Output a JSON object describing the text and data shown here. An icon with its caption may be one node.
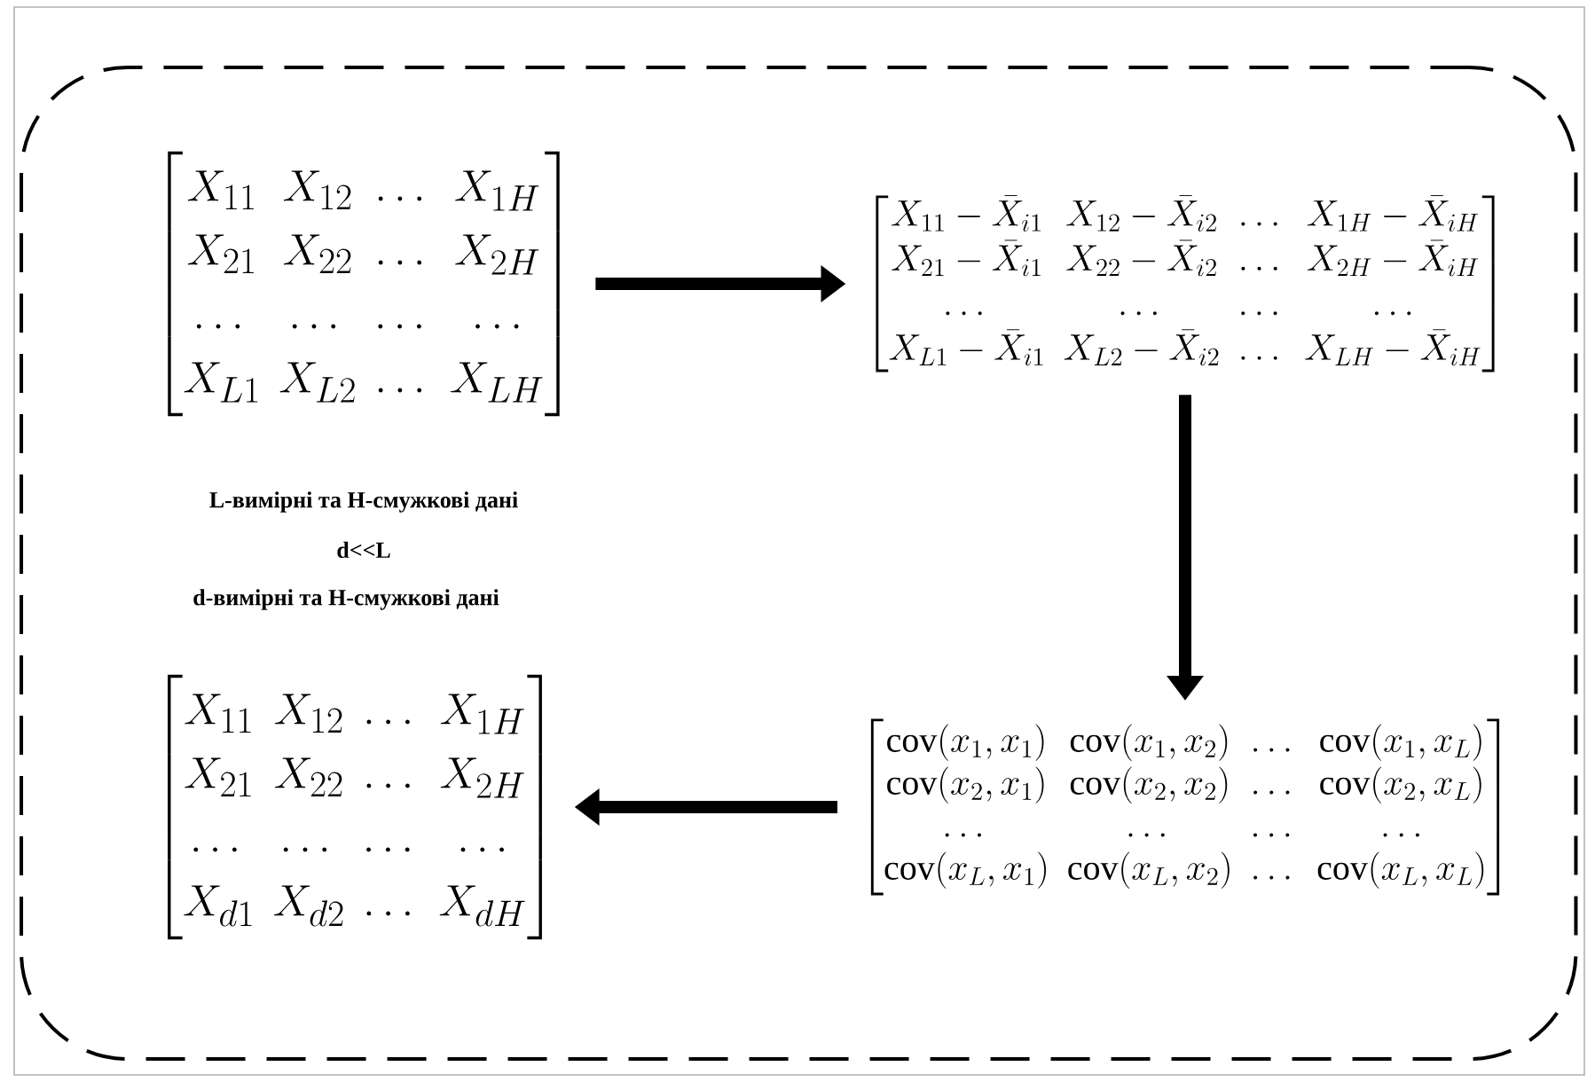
{
  "diagram": {
    "nodes": [
      {
        "text": [],
        "shape": "box"
      },
      {
        "text": [
          "\\begin{bmatrix} X_{11} & X_{12} & \\dots & X_{1H} \\\\ X_{21} & X_{22} & \\dots & X_{2H} \\\\ \\dots & \\dots & \\dots & \\dots \\\\ X_{L1} & X_{L2} & \\dots & X_{LH} \\end{bmatrix}"
        ],
        "in": 0
      },
      {
        "text": [
          "\\begin{bmatrix} X_{11}-\\bar{X}_{i1} & X_{12}-\\bar{X}_{i2} & \\dots & X_{1H}-\\bar{X}_{iH} \\\\ X_{21}-\\bar{X}_{i1} & X_{22}-\\bar{X}_{i2} & \\dots & X_{2H}-\\bar{X}_{iH} \\\\ \\dots & \\dots & \\dots & \\dots \\\\ X_{L1}-\\bar{X}_{i1} & X_{L2}-\\bar{X}_{i2} & \\dots & X_{LH}-\\bar{X}_{iH} \\end{bmatrix}"
        ],
        "in": 0
      },
      {
        "text": [
          "\\begin{bmatrix} \\mathrm{cov}(x_1,x_1) & \\mathrm{cov}(x_1,x_2) & \\dots & \\mathrm{cov}(x_1,x_L) \\\\ \\mathrm{cov}(x_2,x_1) & \\mathrm{cov}(x_2,x_2) & \\dots & \\mathrm{cov}(x_2,x_L) \\\\ \\dots & \\dots & \\dots & \\dots \\\\ \\mathrm{cov}(x_L,x_1) & \\mathrm{cov}(x_L,x_2) & \\dots & \\mathrm{cov}(x_L,x_L) \\end{bmatrix}"
        ],
        "in": 0
      },
      {
        "text": [
          "\\begin{bmatrix} X_{11} & X_{12} & \\dots & X_{1H} \\\\ X_{21} & X_{22} & \\dots & X_{2H} \\\\ \\dots & \\dots & \\dots & \\dots \\\\ X_{d1} & X_{d2} & \\dots & X_{dH} \\end{bmatrix}"
        ],
        "in": 0
      }
    ],
    "edges": [
      {
        "from": 1,
        "to": 2,
        "arrow": "to"
      },
      {
        "from": 2,
        "to": 3,
        "arrow": "to"
      },
      {
        "from": 3,
        "to": 4,
        "arrow": "to"
      }
    ],
    "labels": [
      "L-вимірні та H-смужкові дані",
      "d<<L",
      "d-вимірні та H-смужкові дані"
    ]
  }
}
